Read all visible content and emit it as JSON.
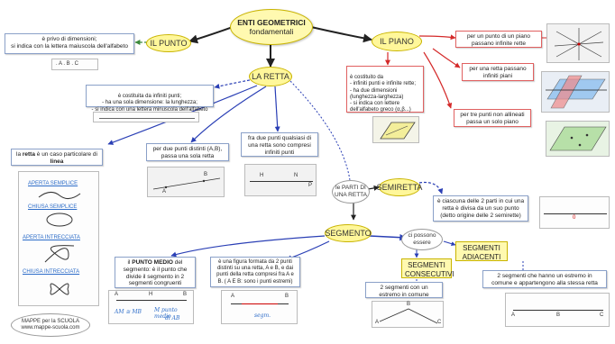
{
  "main_concept": {
    "line1": "ENTI GEOMETRICI",
    "line2": "fondamentali"
  },
  "punto": {
    "label": "IL PUNTO",
    "desc_line1": "è privo di dimensioni;",
    "desc_line2": "si indica con la lettera maiuscola dell'alfabeto",
    "example": ". A   . B   . C"
  },
  "piano": {
    "label": "IL PIANO",
    "desc": "è costituito da\n- infiniti punti e infinite rette;\n- ha due dimensioni\n(lunghezza-larghezza)\n- si indica con lettere\ndell'alfabeto greco (α,β...)",
    "point_lines": "per un punto di un piano passano infinite rette",
    "line_planes": "per una retta passano infiniti piani",
    "three_points": "per tre punti non allineati passa un solo piano"
  },
  "retta": {
    "label": "LA RETTA",
    "desc": "è costituita da infiniti punti;\n- ha una sola dimensione: la lunghezza;\n- si indica con una lettera minuscola dell'alfabeto",
    "linea_pre": "la ",
    "linea_bold1": "retta",
    "linea_mid": " è un caso particolare di ",
    "linea_bold2": "linea",
    "two_points": "per due punti distinti (A,B), passa una sola retta",
    "between_points": "fra due punti qualsiasi di una retta sono compresi infiniti punti",
    "curves": [
      "APERTA SEMPLICE",
      "CHIUSA SEMPLICE",
      "APERTA INTRECCIATA",
      "CHIUSA INTRECCIATA"
    ],
    "parti": "le PARTI DI UNA RETTA"
  },
  "semiretta": {
    "label": "SEMIRETTA",
    "desc": "è ciascuna delle 2 parti in cui una retta è divisa da un suo punto (detto origine delle 2 semirette)"
  },
  "segmento": {
    "label": "SEGMENTO",
    "punto_medio_pre": "il ",
    "punto_medio_bold": "PUNTO MEDIO",
    "punto_medio_rest": " del segmento: è il punto che divide il segmento in 2 segmenti congruenti",
    "definition": "è una figura formata da 2 punti distinti su una retta, A e B, e dai punti della retta compresi fra A e B. ( A E B: sono i punti estremi)",
    "possono": "ci possono essere",
    "consecutivi": "SEGMENTI CONSECUTIVI",
    "consecutivi_desc": "2 segmenti con un estremo in comune",
    "adiacenti": "SEGMENTI ADIACENTI",
    "adiacenti_desc": "2 segmenti che hanno un estremo in comune e appartengono alla stessa retta"
  },
  "credits": {
    "line1": "MAPPE per la SCUOLA",
    "line2": "www.mappe-scuola.com"
  },
  "figure_labels": {
    "A": "A",
    "B": "B",
    "H": "H",
    "N": "N",
    "P": "P",
    "C": "C",
    "am_mb": "AM ≅ MB",
    "m_punto_medio": "M punto medio",
    "di_ab": "di AB",
    "origine": "0",
    "segmento_note": "segm."
  },
  "colors": {
    "blue_link": "#2a3fb5",
    "red_link": "#d42a2a",
    "black_link": "#222222",
    "green_link": "#3c8a3c",
    "oval_fill": "#fff79a"
  }
}
